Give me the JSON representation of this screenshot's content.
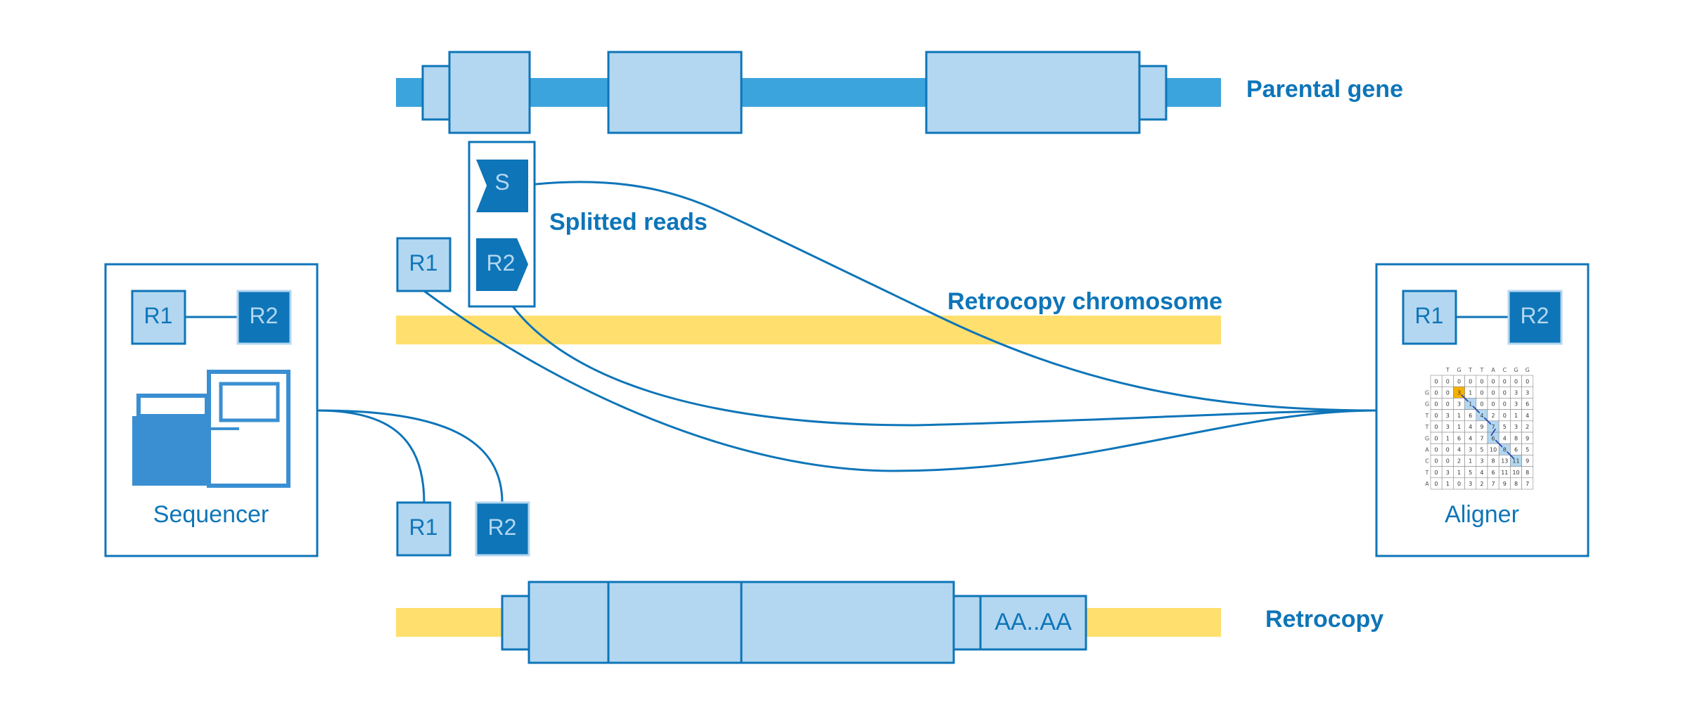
{
  "colors": {
    "primary": "#0e75b8",
    "light": "#b3d7f1",
    "track_blue": "#3ca4dc",
    "track_yellow": "#ffdf6e",
    "highlight_orange": "#f5b100",
    "grid": "#8a8a8a"
  },
  "labels": {
    "parental_gene": "Parental gene",
    "splitted_reads": "Splitted reads",
    "retrocopy_chromosome": "Retrocopy chromosome",
    "retrocopy": "Retrocopy",
    "sequencer": "Sequencer",
    "aligner": "Aligner",
    "poly_a": "AA..AA"
  },
  "reads": {
    "r1": "R1",
    "r2": "R2",
    "split": "S"
  },
  "alignment_matrix": {
    "col_headers": [
      "T",
      "G",
      "T",
      "T",
      "A",
      "C",
      "G",
      "G"
    ],
    "row_headers": [
      "",
      "G",
      "G",
      "T",
      "T",
      "G",
      "A",
      "C",
      "T",
      "A"
    ],
    "rows": [
      [
        "0",
        "0",
        "0",
        "0",
        "0",
        "0",
        "0",
        "0",
        "0"
      ],
      [
        "0",
        "0",
        "3",
        "1",
        "0",
        "0",
        "0",
        "3",
        "3"
      ],
      [
        "0",
        "0",
        "3",
        "1",
        "0",
        "0",
        "0",
        "3",
        "6"
      ],
      [
        "0",
        "3",
        "1",
        "6",
        "4",
        "2",
        "0",
        "1",
        "4"
      ],
      [
        "0",
        "3",
        "1",
        "4",
        "9",
        "7",
        "5",
        "3",
        "2"
      ],
      [
        "0",
        "1",
        "6",
        "4",
        "7",
        "6",
        "4",
        "8",
        "9"
      ],
      [
        "0",
        "0",
        "4",
        "3",
        "5",
        "10",
        "8",
        "6",
        "5"
      ],
      [
        "0",
        "0",
        "2",
        "1",
        "3",
        "8",
        "13",
        "11",
        "9"
      ],
      [
        "0",
        "3",
        "1",
        "5",
        "4",
        "6",
        "11",
        "10",
        "8"
      ],
      [
        "0",
        "1",
        "0",
        "3",
        "2",
        "7",
        "9",
        "8",
        "7"
      ]
    ],
    "path": [
      [
        1,
        2
      ],
      [
        2,
        3
      ],
      [
        3,
        4
      ],
      [
        4,
        5
      ],
      [
        5,
        5
      ],
      [
        6,
        6
      ],
      [
        7,
        7
      ]
    ]
  }
}
